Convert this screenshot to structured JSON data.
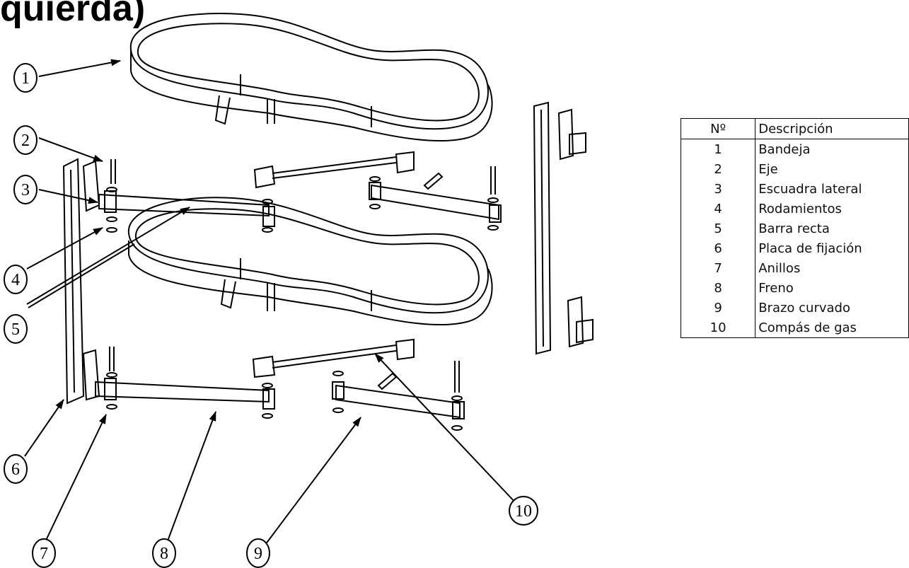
{
  "title": "quierda)",
  "callouts": [
    "1",
    "2",
    "3",
    "4",
    "5",
    "6",
    "7",
    "8",
    "9",
    "10"
  ],
  "table": {
    "header_number": "Nº",
    "header_description": "Descripción",
    "rows": [
      {
        "n": "1",
        "desc": "Bandeja"
      },
      {
        "n": "2",
        "desc": "Eje"
      },
      {
        "n": "3",
        "desc": "Escuadra lateral"
      },
      {
        "n": "4",
        "desc": "Rodamientos"
      },
      {
        "n": "5",
        "desc": "Barra recta"
      },
      {
        "n": "6",
        "desc": "Placa de fijación"
      },
      {
        "n": "7",
        "desc": "Anillos"
      },
      {
        "n": "8",
        "desc": "Freno"
      },
      {
        "n": "9",
        "desc": "Brazo curvado"
      },
      {
        "n": "10",
        "desc": "Compás de gas"
      }
    ]
  }
}
